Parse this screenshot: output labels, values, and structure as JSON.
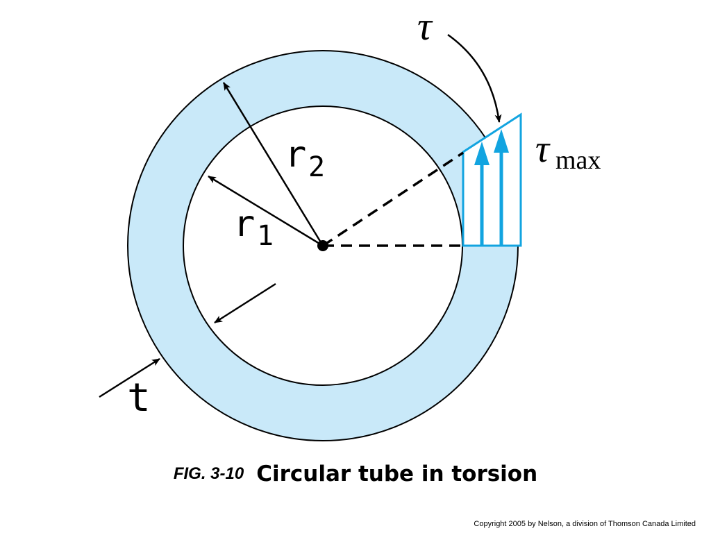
{
  "labels": {
    "r2_main": "r",
    "r2_sub": "2",
    "r1_main": "r",
    "r1_sub": "1",
    "t": "t",
    "tau": "τ",
    "tau_max_sym": "τ",
    "tau_max_sub": "max"
  },
  "caption": {
    "fig_number": "FIG. 3-10",
    "title": "Circular tube in torsion"
  },
  "copyright": "Copyright 2005 by Nelson, a division of Thomson Canada Limited",
  "colors": {
    "tube_fill": "#c9e9f9",
    "stress_blue": "#12a4e0",
    "outline": "#000000"
  }
}
